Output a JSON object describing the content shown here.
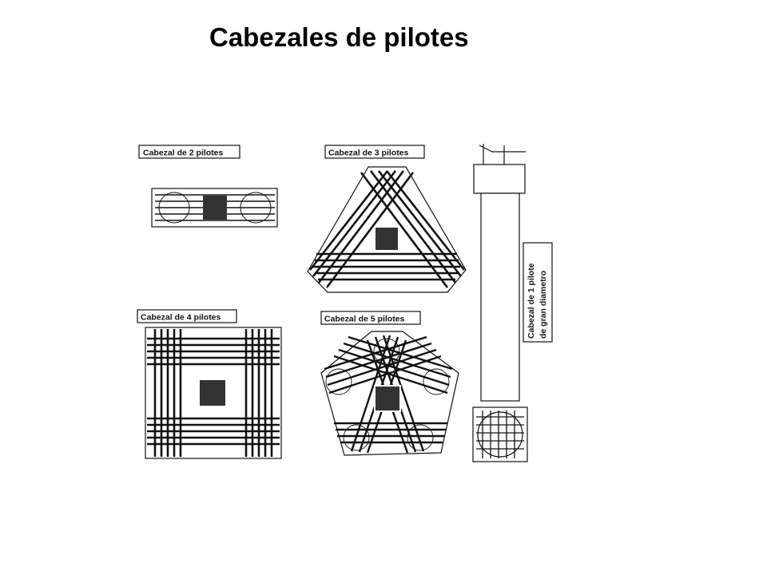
{
  "page": {
    "title": "Cabezales de pilotes"
  },
  "diagram": {
    "labels": {
      "cap2": "Cabezal de 2 pilotes",
      "cap3": "Cabezal de 3 pilotes",
      "cap4": "Cabezal de 4 pilotes",
      "cap5": "Cabezal de 5 pilotes",
      "cap1_line1": "Cabezal de 1 pilote",
      "cap1_line2": "de gran diametro"
    },
    "colors": {
      "stroke": "#111111",
      "fill_column": "#333333",
      "background": "#ffffff"
    }
  }
}
